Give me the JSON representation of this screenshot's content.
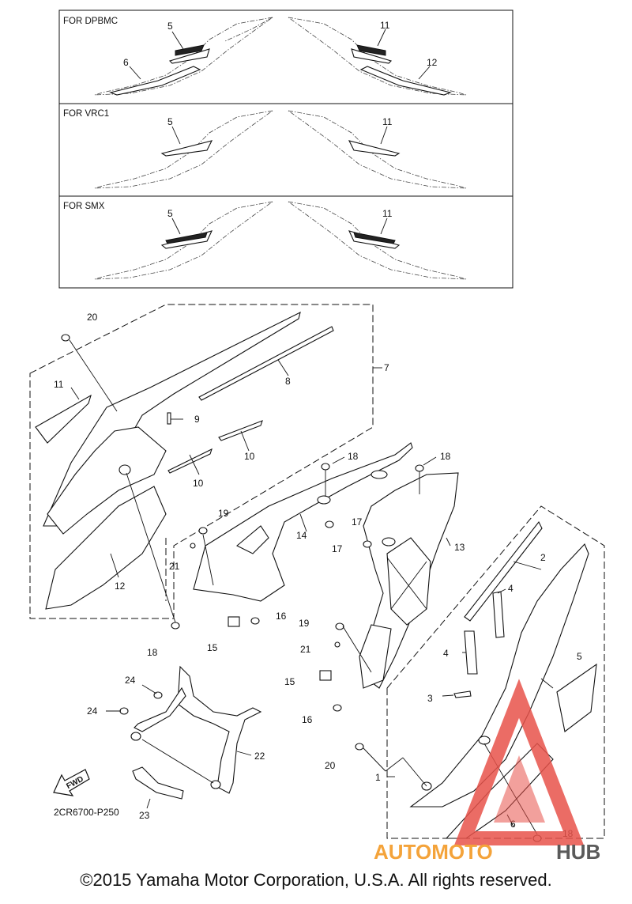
{
  "variants": [
    {
      "label": "FOR DPBMC",
      "left_callouts": [
        "5",
        "6"
      ],
      "right_callouts": [
        "11",
        "12"
      ]
    },
    {
      "label": "FOR VRC1",
      "left_callouts": [
        "5"
      ],
      "right_callouts": [
        "11"
      ]
    },
    {
      "label": "FOR SMX",
      "left_callouts": [
        "5"
      ],
      "right_callouts": [
        "11"
      ]
    }
  ],
  "callouts": {
    "c20a": "20",
    "c11": "11",
    "c9": "9",
    "c8": "8",
    "c7": "7",
    "c10a": "10",
    "c10b": "10",
    "c12": "12",
    "c18a": "18",
    "c18b": "18",
    "c18c": "18",
    "c17a": "17",
    "c17b": "17",
    "c14": "14",
    "c13": "13",
    "c19a": "19",
    "c21a": "21",
    "c15a": "15",
    "c16a": "16",
    "c19b": "19",
    "c21b": "21",
    "c15b": "15",
    "c16b": "16",
    "c2": "2",
    "c4a": "4",
    "c4b": "4",
    "c5": "5",
    "c3": "3",
    "c1": "1",
    "c20b": "20",
    "c6": "6",
    "c18d": "18",
    "c24a": "24",
    "c24b": "24",
    "c22": "22",
    "c23": "23"
  },
  "fwd_label": "FWD",
  "diagram_code": "2CR6700-P250",
  "watermark": {
    "part1": "AUTOMOTO",
    "part2": "HUB"
  },
  "copyright": "©2015 Yamaha Motor Corporation, U.S.A. All rights reserved.",
  "colors": {
    "watermark_red": "#e8524a",
    "watermark_orange": "#f4a33a",
    "watermark_gray": "#5a5a5a"
  }
}
